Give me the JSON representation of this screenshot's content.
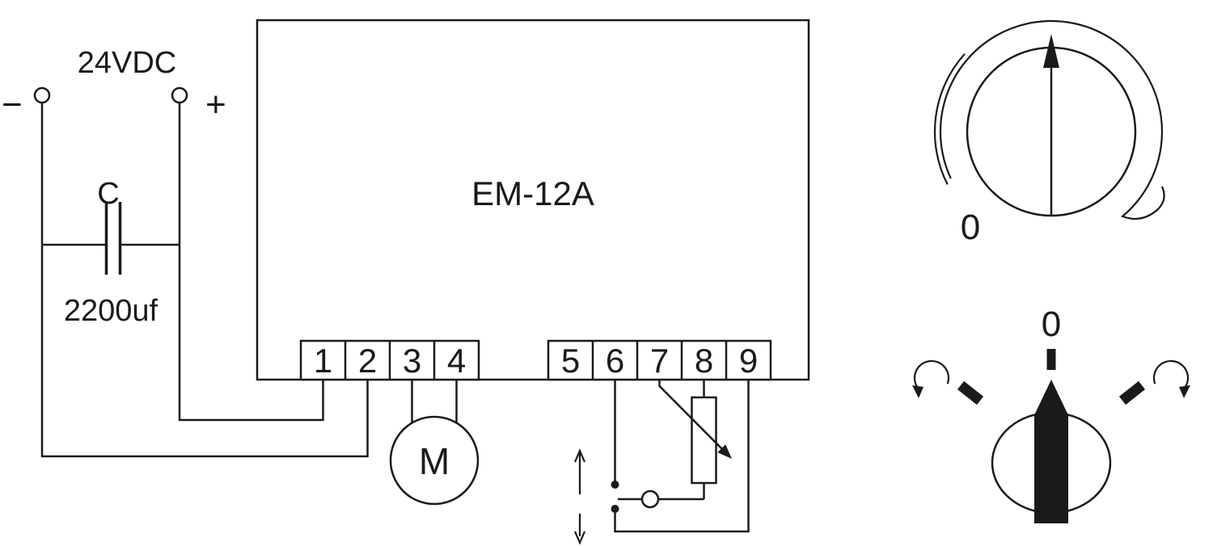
{
  "power": {
    "voltage": "24VDC",
    "minus": "−",
    "plus": "+"
  },
  "capacitor": {
    "name": "C",
    "value": "2200uf"
  },
  "controller": {
    "model": "EM-12A"
  },
  "terminals": {
    "group1": [
      "1",
      "2",
      "3",
      "4"
    ],
    "group2": [
      "5",
      "6",
      "7",
      "8",
      "9"
    ]
  },
  "motor": {
    "label": "M"
  },
  "speed_dial": {
    "zero": "0"
  },
  "selector": {
    "zero": "0"
  },
  "colors": {
    "line": "#1a1a1a",
    "background": "#ffffff"
  }
}
